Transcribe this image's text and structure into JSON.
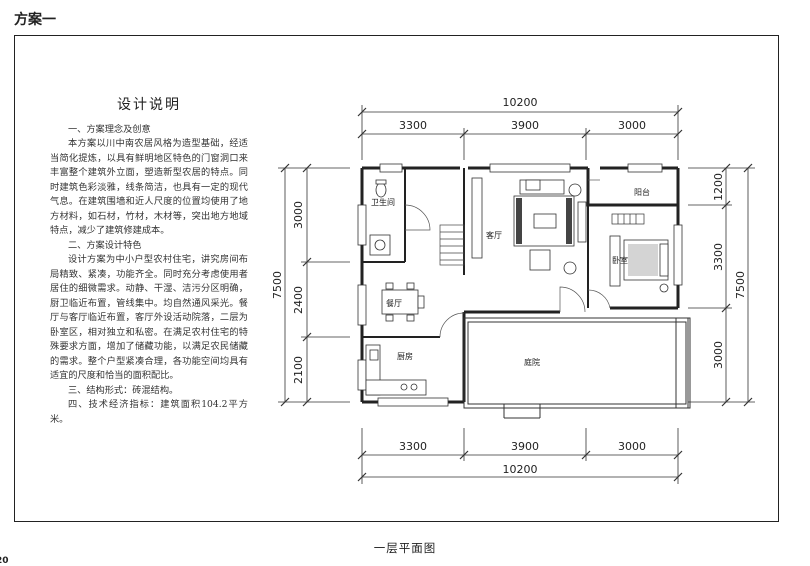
{
  "scheme_title": "方案一",
  "description": {
    "heading": "设计说明",
    "sec1_title": "一、方案理念及创意",
    "sec1_body": "本方案以川中南农居风格为造型基础，经适当简化提炼，以具有鲜明地区特色的门窗洞口来丰富整个建筑外立面，塑造新型农居的特点。同时建筑色彩淡雅，线条简洁，也具有一定的现代气息。在建筑围墙和近人尺度的位置均使用了地方材料，如石材，竹材，木材等，突出地方地域特点，减少了建筑修建成本。",
    "sec2_title": "二、方案设计特色",
    "sec2_body": "设计方案为中小户型农村住宅，讲究房间布局精致、紧凑，功能齐全。同时充分考虑使用者居住的细微需求。动静、干湿、洁污分区明确，厨卫临近布置，管线集中。均自然通风采光。餐厅与客厅临近布置，客厅外设活动院落，二层为卧室区，相对独立和私密。在满足农村住宅的特殊要求方面，增加了储藏功能，以满足农民储藏的需求。整个户型紧凑合理，各功能空间均具有适宜的尺度和恰当的面积配比。",
    "sec3": "三、结构形式：砖混结构。",
    "sec4": "四、技术经济指标：建筑面积104.2平方米。"
  },
  "dimensions": {
    "top_total": "10200",
    "top_a": "3300",
    "top_b": "3900",
    "top_c": "3000",
    "bottom_total": "10200",
    "bottom_a": "3300",
    "bottom_b": "3900",
    "bottom_c": "3000",
    "left_total": "7500",
    "left_a": "3000",
    "left_b": "2400",
    "left_c": "2100",
    "right_total": "7500",
    "right_a": "1200",
    "right_b": "3300",
    "right_c": "3000"
  },
  "rooms": {
    "bathroom": "卫生间",
    "living": "客厅",
    "balcony": "阳台",
    "bedroom": "卧室",
    "dining": "餐厅",
    "kitchen": "厨房",
    "courtyard": "庭院"
  },
  "plan_caption": "一层平面图",
  "page_number": "20"
}
